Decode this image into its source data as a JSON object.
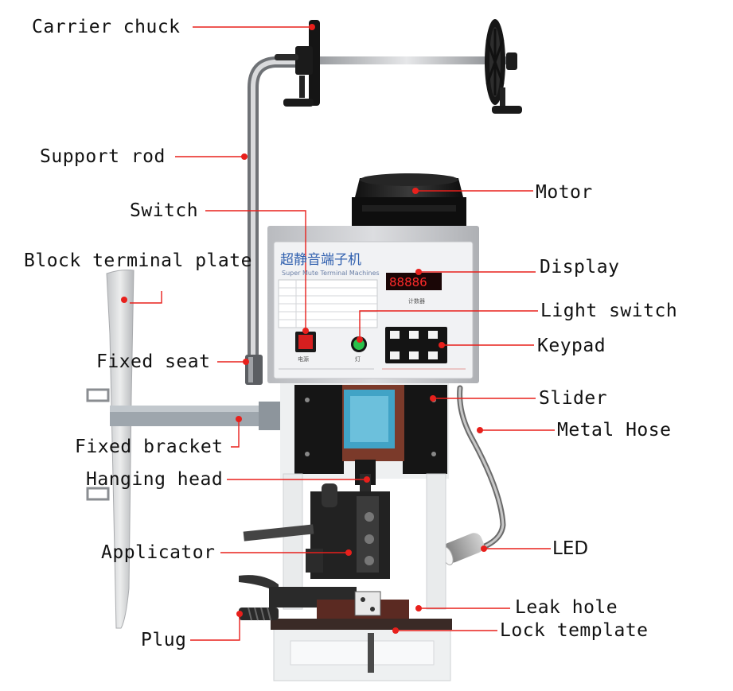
{
  "labels": {
    "carrier_chuck": "Carrier chuck",
    "support_rod": "Support rod",
    "switch": "Switch",
    "block_terminal_plate": "Block terminal plate",
    "fixed_seat": "Fixed seat",
    "fixed_bracket": "Fixed bracket",
    "hanging_head": "Hanging head",
    "applicator": "Applicator",
    "plug": "Plug",
    "motor": "Motor",
    "display": "Display",
    "light_switch": "Light switch",
    "keypad": "Keypad",
    "slider": "Slider",
    "metal_hose": "Metal Hose",
    "led": "LED",
    "leak_hole": "Leak hole",
    "lock_template": "Lock template"
  },
  "machine": {
    "brand_cn": "超静音端子机",
    "brand_en": "Super Mute Terminal Machines",
    "counter_value": "88886",
    "counter_label": "计数器",
    "power_label": "电源",
    "light_label": "灯"
  },
  "colors": {
    "leader_line": "#e8201c",
    "leader_dot": "#e8201c",
    "machine_body": "#c9cbcf",
    "panel_face": "#f1f2f4",
    "brand_text": "#2f5fae"
  }
}
